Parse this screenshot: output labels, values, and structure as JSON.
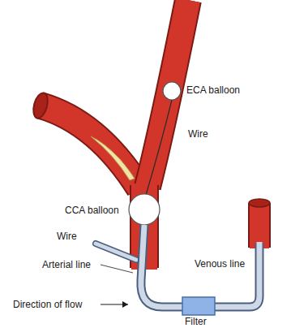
{
  "diagram": {
    "labels": [
      "ECA balloon",
      "Wire",
      "CCA balloon",
      "Wire",
      "Arterial line",
      "Venous line",
      "Direction of flow",
      "Filter"
    ]
  }
}
